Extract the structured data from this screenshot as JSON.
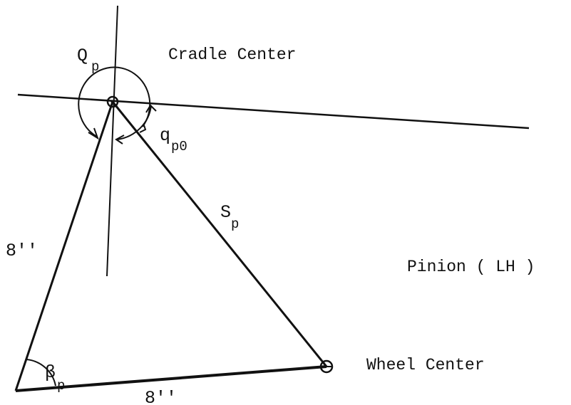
{
  "labels": {
    "cradle_center": "Cradle Center",
    "wheel_center": "Wheel Center",
    "pinion": "Pinion ( LH )",
    "side_left": "8''",
    "side_bottom": "8''",
    "Q_main": "Q",
    "Q_sub": "p",
    "q_main": "q",
    "q_sub": "p0",
    "S_main": "S",
    "S_sub": "p",
    "beta_main": "β",
    "beta_sub": "p"
  },
  "colors": {
    "ink": "#111111",
    "background": "#ffffff"
  }
}
